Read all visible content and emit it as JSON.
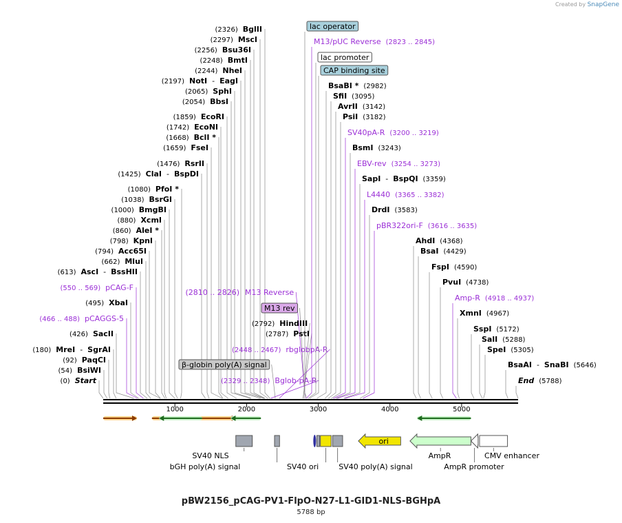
{
  "credit": {
    "prefix": "Created by",
    "brand": "SnapGene"
  },
  "title": "pBW2156_pCAG-PV1-FlpO-N27-L1-GID1-NLS-BGHpA",
  "subtitle": "5788 bp",
  "colors": {
    "enzyme": "#000000",
    "primer": "#9b2fd6",
    "leader": "#888888",
    "feature_blue": "#a8d0dc"
  },
  "left_sites": [
    {
      "pos": "(2326)",
      "name": "BglII",
      "bp": 2326
    },
    {
      "pos": "(2297)",
      "name": "MscI",
      "bp": 2297
    },
    {
      "pos": "(2256)",
      "name": "Bsu36I",
      "bp": 2256
    },
    {
      "pos": "(2248)",
      "name": "BmtI",
      "bp": 2248
    },
    {
      "pos": "(2244)",
      "name": "NheI",
      "bp": 2244
    },
    {
      "pos": "(2197)",
      "name": "NotI",
      "name2": "EagI",
      "bp": 2197
    },
    {
      "pos": "(2065)",
      "name": "SphI",
      "bp": 2065
    },
    {
      "pos": "(2054)",
      "name": "BbsI",
      "bp": 2054
    },
    {
      "pos": "(1859)",
      "name": "EcoRI",
      "bp": 1859
    },
    {
      "pos": "(1742)",
      "name": "EcoNI",
      "bp": 1742
    },
    {
      "pos": "(1668)",
      "name": "BclI *",
      "bp": 1668
    },
    {
      "pos": "(1659)",
      "name": "FseI",
      "bp": 1659
    },
    {
      "pos": "(1476)",
      "name": "RsrII",
      "bp": 1476
    },
    {
      "pos": "(1425)",
      "name": "ClaI",
      "name2": "BspDI",
      "bp": 1425
    },
    {
      "pos": "(1080)",
      "name": "PfoI *",
      "bp": 1080
    },
    {
      "pos": "(1038)",
      "name": "BsrGI",
      "bp": 1038
    },
    {
      "pos": "(1000)",
      "name": "BmgBI",
      "bp": 1000
    },
    {
      "pos": "(880)",
      "name": "XcmI",
      "bp": 880
    },
    {
      "pos": "(860)",
      "name": "AleI *",
      "bp": 860
    },
    {
      "pos": "(798)",
      "name": "KpnI",
      "bp": 798
    },
    {
      "pos": "(794)",
      "name": "Acc65I",
      "bp": 794
    },
    {
      "pos": "(662)",
      "name": "MluI",
      "bp": 662
    },
    {
      "pos": "(613)",
      "name": "AscI",
      "name2": "BssHII",
      "bp": 613
    },
    {
      "pos": "(550 .. 569)",
      "name": "pCAG-F",
      "bp": 560,
      "primer": true
    },
    {
      "pos": "(495)",
      "name": "XbaI",
      "bp": 495
    },
    {
      "pos": "(466 .. 488)",
      "name": "pCAGGS-5",
      "bp": 477,
      "primer": true
    },
    {
      "pos": "(426)",
      "name": "SacII",
      "bp": 426
    },
    {
      "pos": "(180)",
      "name": "MreI",
      "name2": "SgrAI",
      "bp": 180
    },
    {
      "pos": "(92)",
      "name": "PaqCI",
      "bp": 92
    },
    {
      "pos": "(54)",
      "name": "BsiWI",
      "bp": 54
    },
    {
      "pos": "(0)",
      "name": "Start",
      "bp": 0,
      "italic": true
    }
  ],
  "mid_labels": [
    {
      "name": "M13 Reverse",
      "pos": "(2810 .. 2826)",
      "bp": 2818,
      "primer": true
    },
    {
      "name": "M13 rev",
      "bp": 2815,
      "boxed": true
    },
    {
      "pos": "(2792)",
      "name": "HindIII",
      "bp": 2792
    },
    {
      "pos": "(2787)",
      "name": "PstI",
      "bp": 2787
    },
    {
      "pos": "(2448 .. 2467)",
      "name": "rbglobpA-R",
      "bp": 2457,
      "primer": true
    },
    {
      "name": "β-globin poly(A) signal",
      "bp": 2400,
      "boxed": true
    },
    {
      "pos": "(2329 .. 2348)",
      "name": "Bglob-pA-R",
      "bp": 2338,
      "primer": true
    }
  ],
  "right_sites": [
    {
      "name": "lac operator",
      "bp": 2840,
      "boxed": true
    },
    {
      "name": "M13/pUC Reverse",
      "pos": "(2823 .. 2845)",
      "bp": 2834,
      "primer": true
    },
    {
      "name": "lac promoter",
      "bp": 2860,
      "boxed": true
    },
    {
      "name": "CAP binding site",
      "bp": 2880,
      "boxed": true
    },
    {
      "name": "BsaBI *",
      "pos": "(2982)",
      "bp": 2982
    },
    {
      "name": "SfiI",
      "pos": "(3095)",
      "bp": 3095
    },
    {
      "name": "AvrII",
      "pos": "(3142)",
      "bp": 3142
    },
    {
      "name": "PsiI",
      "pos": "(3182)",
      "bp": 3182
    },
    {
      "name": "SV40pA-R",
      "pos": "(3200 .. 3219)",
      "bp": 3210,
      "primer": true
    },
    {
      "name": "BsmI",
      "pos": "(3243)",
      "bp": 3243
    },
    {
      "name": "EBV-rev",
      "pos": "(3254 .. 3273)",
      "bp": 3263,
      "primer": true
    },
    {
      "name": "SapI",
      "name2": "BspQI",
      "pos": "(3359)",
      "bp": 3359
    },
    {
      "name": "L4440",
      "pos": "(3365 .. 3382)",
      "bp": 3373,
      "primer": true
    },
    {
      "name": "DrdI",
      "pos": "(3583)",
      "bp": 3583
    },
    {
      "name": "pBR322ori-F",
      "pos": "(3616 .. 3635)",
      "bp": 3625,
      "primer": true
    },
    {
      "name": "AhdI",
      "pos": "(4368)",
      "bp": 4368
    },
    {
      "name": "BsaI",
      "pos": "(4429)",
      "bp": 4429
    },
    {
      "name": "FspI",
      "pos": "(4590)",
      "bp": 4590
    },
    {
      "name": "PvuI",
      "pos": "(4738)",
      "bp": 4738
    },
    {
      "name": "Amp-R",
      "pos": "(4918 .. 4937)",
      "bp": 4927,
      "primer": true
    },
    {
      "name": "XmnI",
      "pos": "(4967)",
      "bp": 4967
    },
    {
      "name": "SspI",
      "pos": "(5172)",
      "bp": 5172
    },
    {
      "name": "SalI",
      "pos": "(5288)",
      "bp": 5288
    },
    {
      "name": "SpeI",
      "pos": "(5305)",
      "bp": 5305
    },
    {
      "name": "BsaAI",
      "name2": "SnaBI",
      "pos": "(5646)",
      "bp": 5646
    },
    {
      "name": "End",
      "pos": "(5788)",
      "bp": 5788,
      "italic": true
    }
  ],
  "axis": {
    "total": 5788,
    "ticks": [
      1000,
      2000,
      3000,
      4000,
      5000
    ],
    "tick_labels": [
      "1000",
      "2000",
      "3000",
      "4000",
      "5000"
    ]
  },
  "orfs": [
    {
      "start": 0,
      "end": 470,
      "dir": "fwd",
      "color": "orange"
    },
    {
      "start": 680,
      "end": 1860,
      "dir": "fwd",
      "color": "orange"
    },
    {
      "start": 780,
      "end": 1380,
      "dir": "rev",
      "color": "green"
    },
    {
      "start": 1780,
      "end": 2200,
      "dir": "rev",
      "color": "green"
    },
    {
      "start": 4380,
      "end": 5130,
      "dir": "rev",
      "color": "green"
    }
  ],
  "features": [
    {
      "label": "SV40 NLS",
      "start": 1850,
      "end": 2080,
      "shape": "box",
      "color": "#a0a6b0"
    },
    {
      "label": "bGH poly(A) signal",
      "start": 2390,
      "end": 2460,
      "shape": "box",
      "color": "#a0a6b0"
    },
    {
      "label": "SV40 ori",
      "start": 3030,
      "end": 3180,
      "shape": "box",
      "color": "#f2e600"
    },
    {
      "label": "SV40 poly(A) signal",
      "start": 3200,
      "end": 3340,
      "shape": "box",
      "color": "#a0a6b0"
    },
    {
      "label": "ori",
      "start": 3560,
      "end": 4150,
      "shape": "arrow-left",
      "color": "#f2e600"
    },
    {
      "label": "AmpR",
      "start": 4280,
      "end": 5130,
      "shape": "arrow-left",
      "color": "#ccffcc"
    },
    {
      "label": "AmpR promoter",
      "start": 5130,
      "end": 5230,
      "shape": "arrow-left",
      "color": "#ffffff"
    },
    {
      "label": "CMV enhancer",
      "start": 5250,
      "end": 5640,
      "shape": "box",
      "color": "#ffffff"
    }
  ]
}
